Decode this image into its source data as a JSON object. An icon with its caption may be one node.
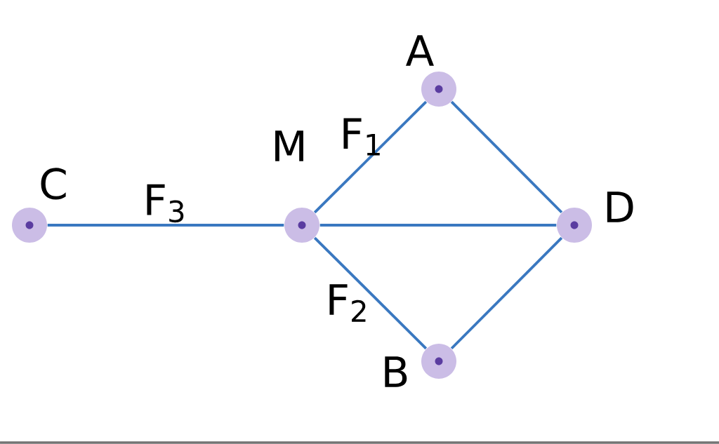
{
  "diagram": {
    "nodes": [
      {
        "text": [],
        "shape": "circle",
        "beside": [
          "C"
        ]
      },
      {
        "text": [],
        "shape": "circle",
        "beside": [
          "M"
        ]
      },
      {
        "text": [],
        "shape": "circle",
        "beside": [
          "A"
        ]
      },
      {
        "text": [],
        "shape": "circle",
        "beside": [
          "D"
        ]
      },
      {
        "text": [],
        "shape": "circle",
        "beside": [
          "B"
        ]
      }
    ],
    "edges": [
      {
        "from": 0,
        "to": 1,
        "arrow": "none",
        "label": "F$_{3}$"
      },
      {
        "from": 1,
        "to": 2,
        "arrow": "none",
        "label": "F$_{1}$"
      },
      {
        "from": 2,
        "to": 3,
        "arrow": "none"
      },
      {
        "from": 1,
        "to": 3,
        "arrow": "none"
      },
      {
        "from": 1,
        "to": 4,
        "arrow": "none",
        "label": "F$_{2}$"
      },
      {
        "from": 4,
        "to": 3,
        "arrow": "none"
      }
    ]
  }
}
